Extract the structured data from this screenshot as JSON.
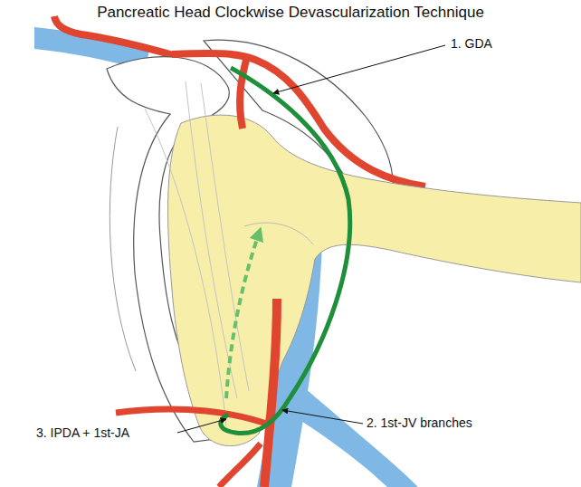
{
  "diagram": {
    "title": "Pancreatic Head Clockwise Devascularization Technique",
    "labels": [
      "1. GDA",
      "2. 1st-JV branches",
      "3. IPDA + 1st-JA"
    ]
  }
}
